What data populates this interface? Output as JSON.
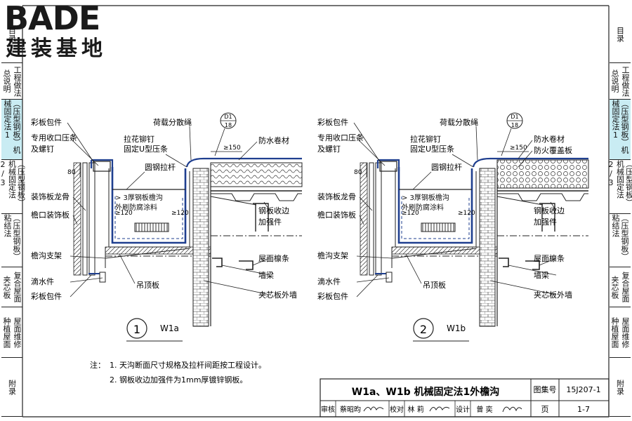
{
  "logo": {
    "main": "BADE",
    "sub": "建装基地"
  },
  "left_tabs": [
    {
      "id": "contents",
      "label": "目录",
      "active": false
    },
    {
      "id": "general",
      "label": "总说明",
      "active": false
    },
    {
      "id": "engineering",
      "label": "工程做法",
      "active": false
    },
    {
      "id": "mech1",
      "label": "（压型钢板）机械固定法1",
      "active": true
    },
    {
      "id": "mech23",
      "label": "（压型钢板）机械固定法2/3",
      "active": false
    },
    {
      "id": "bonding",
      "label": "（压型钢板）粘结法",
      "active": false
    },
    {
      "id": "sandwich",
      "label": "夹芯板",
      "active": false
    },
    {
      "id": "composite",
      "label": "复合屋面",
      "active": false
    },
    {
      "id": "planted",
      "label": "种植屋面",
      "active": false
    },
    {
      "id": "repair",
      "label": "屋面维修",
      "active": false
    },
    {
      "id": "appendix",
      "label": "附录",
      "active": false
    }
  ],
  "right_tabs": [
    {
      "id": "contents",
      "label": "目录",
      "active": false
    },
    {
      "id": "general",
      "label": "总说明",
      "active": false
    },
    {
      "id": "engineering",
      "label": "工程做法",
      "active": false
    },
    {
      "id": "mech1",
      "label": "（压型钢板）机械固定法1",
      "active": true
    },
    {
      "id": "mech23",
      "label": "（压型钢板）机械固定法2/3",
      "active": false
    },
    {
      "id": "bonding",
      "label": "（压型钢板）粘结法",
      "active": false
    },
    {
      "id": "sandwich",
      "label": "夹芯板",
      "active": false
    },
    {
      "id": "composite",
      "label": "复合屋面",
      "active": false
    },
    {
      "id": "planted",
      "label": "种植屋面",
      "active": false
    },
    {
      "id": "repair",
      "label": "屋面维修",
      "active": false
    },
    {
      "id": "appendix",
      "label": "附录",
      "active": false
    }
  ],
  "detail_ref": {
    "top": "D1",
    "bottom": "18"
  },
  "details": [
    {
      "number": "1",
      "name": "W1a",
      "labels_left": [
        "彩板包件",
        "专用收口压条",
        "及螺钉",
        "装饰板龙骨",
        "檐口装饰板",
        "檐沟支架",
        "滴水件",
        "彩板包件"
      ],
      "labels_top": [
        "荷载分散绳",
        "拉花铆钉",
        "固定U型压条",
        "圆钢拉杆"
      ],
      "labels_right": [
        "防水卷材",
        "钢板收边",
        "加强件",
        "屋面檩条",
        "墙梁",
        "夹芯板外墙"
      ],
      "ceiling": "吊顶板",
      "gutter_text": [
        "3厚钢板檐沟",
        "外刷防腐涂料"
      ],
      "dim_80": "80",
      "dim_120a": "≥120",
      "dim_120b": "≥120",
      "dim_150": "≥150"
    },
    {
      "number": "2",
      "name": "W1b",
      "labels_left": [
        "彩板包件",
        "专用收口压条",
        "及螺钉",
        "装饰板龙骨",
        "檐口装饰板",
        "檐沟支架",
        "滴水件",
        "彩板包件"
      ],
      "labels_top": [
        "荷载分散绳",
        "拉花铆钉",
        "固定U型压条",
        "圆钢拉杆"
      ],
      "labels_right": [
        "防水卷材",
        "防火覆盖板",
        "钢板收边",
        "加强件",
        "屋面檩条",
        "墙梁",
        "夹芯板外墙"
      ],
      "ceiling": "吊顶板",
      "gutter_text": [
        "3厚钢板檐沟",
        "外刷防腐涂料"
      ],
      "dim_80": "80",
      "dim_120a": "≥120",
      "dim_120b": "≥120",
      "dim_150": "≥150"
    }
  ],
  "notes": {
    "prefix": "注：",
    "items": [
      "1. 天沟断面尺寸规格及拉杆间距按工程设计。",
      "2. 钢板收边加强件为1mm厚镀锌钢板。"
    ]
  },
  "title_block": {
    "title": "W1a、W1b 机械固定法1外檐沟",
    "atlas_label": "图集号",
    "atlas_no": "15J207-1",
    "page_label": "页",
    "page_no": "1-7",
    "review_label": "审核",
    "reviewer": "蔡昭昀",
    "check_label": "校对",
    "checker": "林 莉",
    "design_label": "设计",
    "designer": "曾 奕"
  },
  "colors": {
    "line": "#222222",
    "steel": "#1f3f8f",
    "tab_active": "#c9ecf3"
  }
}
